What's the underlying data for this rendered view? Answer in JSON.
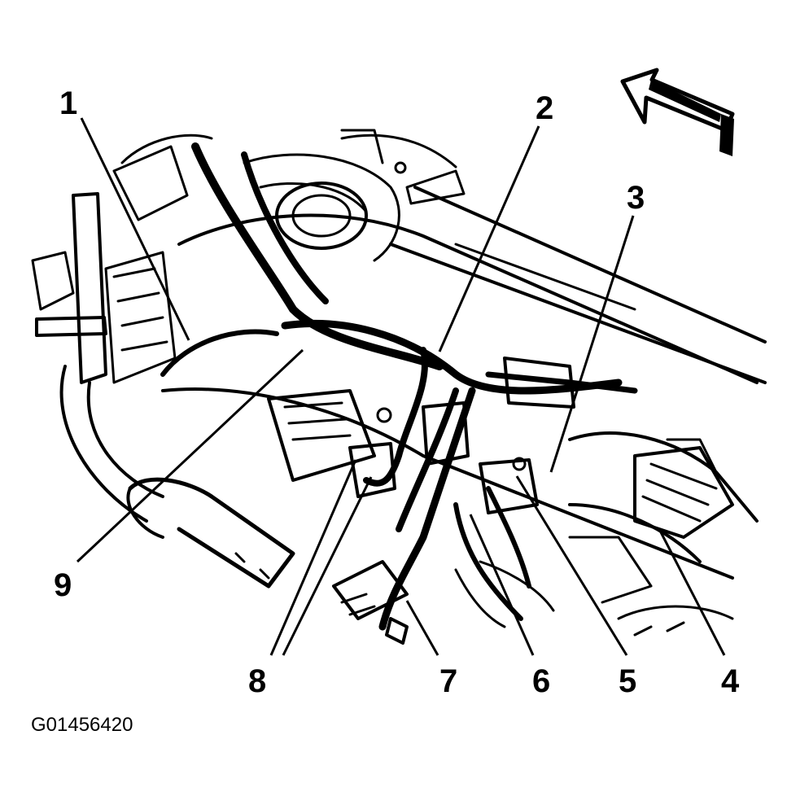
{
  "callouts": {
    "c1": "1",
    "c2": "2",
    "c3": "3",
    "c4": "4",
    "c5": "5",
    "c6": "6",
    "c7": "7",
    "c8": "8",
    "c9": "9"
  },
  "figure_id": "G01456420",
  "colors": {
    "ink": "#000000",
    "background": "#ffffff"
  },
  "icons": {
    "direction_arrow": "front-direction-arrow-icon"
  }
}
